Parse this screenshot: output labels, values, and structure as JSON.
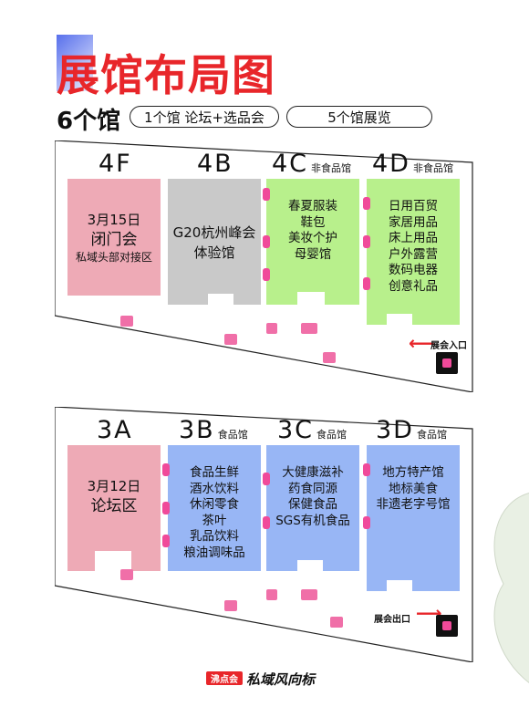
{
  "header": {
    "title": "展馆布局图",
    "hall_count": "6个馆",
    "pill_forum": "1个馆 论坛+选品会",
    "pill_expo": "5个馆展览"
  },
  "floor4": {
    "halls": [
      {
        "code": "4F",
        "sub": "",
        "lines": [
          "3月15日",
          "闭门会",
          "私域头部对接区"
        ]
      },
      {
        "code": "4B",
        "sub": "",
        "lines": [
          "G20杭州峰会",
          "体验馆"
        ]
      },
      {
        "code": "4C",
        "sub": "非食品馆",
        "lines": [
          "春夏服装",
          "鞋包",
          "美妆个护",
          "母婴馆"
        ]
      },
      {
        "code": "4D",
        "sub": "非食品馆",
        "lines": [
          "日用百贸",
          "家居用品",
          "床上用品",
          "户外露营",
          "数码电器",
          "创意礼品"
        ]
      }
    ],
    "entrance": "展会入口"
  },
  "floor3": {
    "halls": [
      {
        "code": "3A",
        "sub": "",
        "lines": [
          "3月12日",
          "论坛区"
        ]
      },
      {
        "code": "3B",
        "sub": "食品馆",
        "lines": [
          "食品生鲜",
          "酒水饮料",
          "休闲零食",
          "茶叶",
          "乳品饮料",
          "粮油调味品"
        ]
      },
      {
        "code": "3C",
        "sub": "食品馆",
        "lines": [
          "大健康滋补",
          "药食同源",
          "保健食品",
          "SGS有机食品"
        ]
      },
      {
        "code": "3D",
        "sub": "食品馆",
        "lines": [
          "地方特产馆",
          "地标美食",
          "非遗老字号馆"
        ]
      }
    ],
    "exit": "展会出口"
  },
  "footer": {
    "logo_badge": "沸点会",
    "logo_text": "私域风向标"
  },
  "colors": {
    "title_red": "#e8262a",
    "forum_pink": "#eeaab6",
    "summit_gray": "#c9c9c9",
    "nonfood_green": "#b8f08c",
    "food_blue": "#98b6f5",
    "door_magenta": "#f04a9a"
  }
}
